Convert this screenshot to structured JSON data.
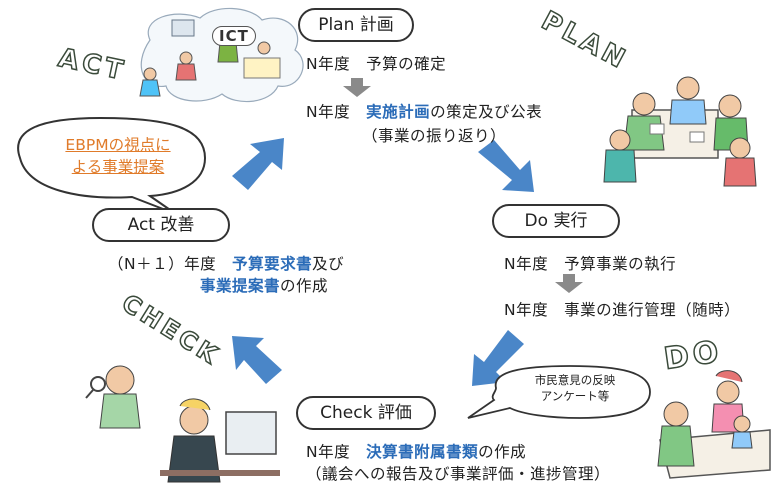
{
  "plan": {
    "title": "Plan 計画",
    "line1": "N年度　予算の確定",
    "line2_pre": "N年度　",
    "line2_hl": "実施計画",
    "line2_post": "の策定及び公表",
    "line3": "（事業の振り返り）"
  },
  "do": {
    "title": "Do 実行",
    "line1": "N年度　予算事業の執行",
    "line2": "N年度　事業の進行管理（随時）"
  },
  "check": {
    "title": "Check 評価",
    "line1_pre": "N年度　",
    "line1_hl": "決算書附属書類",
    "line1_post": "の作成",
    "line2": "（議会への報告及び事業評価・進捗管理）"
  },
  "act": {
    "title": "Act 改善",
    "line1_pre": "（N＋１）年度　",
    "line1_hl": "予算要求書",
    "line1_post": "及び",
    "line2_hl": "事業提案書",
    "line2_post": "の作成"
  },
  "ebpm_bubble": {
    "line1": "EBPMの視点に",
    "line2": "よる事業提案"
  },
  "citizen_bubble": {
    "line1": "市民意見の反映",
    "line2": "アンケート等"
  },
  "hand_labels": {
    "act": "ACT",
    "plan": "PLAN",
    "check": "CHECK",
    "do": "DO",
    "ict": "ICT"
  },
  "colors": {
    "arrow_blue": "#4a86c8",
    "highlight_blue": "#2b6cb8",
    "ebpm_orange": "#e07b2a",
    "down_arrow_gray": "#8a8a8a"
  }
}
